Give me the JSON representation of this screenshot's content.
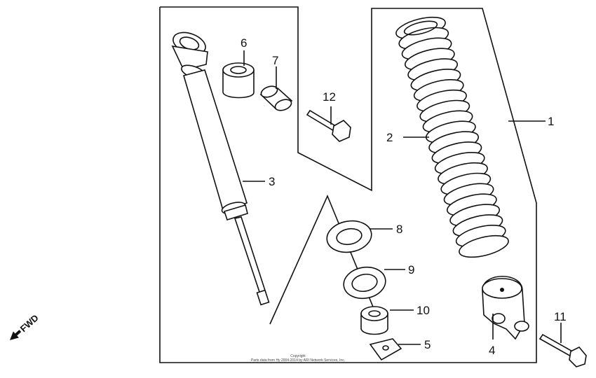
{
  "diagram": {
    "part_labels": [
      "1",
      "2",
      "3",
      "4",
      "5",
      "6",
      "7",
      "8",
      "9",
      "10",
      "11",
      "12"
    ],
    "fwd_label": "FWD",
    "copyright_line1": "Copyright",
    "copyright_line2": "Parts data from Hy 2004-2014 by ARI Network Services, Inc."
  }
}
